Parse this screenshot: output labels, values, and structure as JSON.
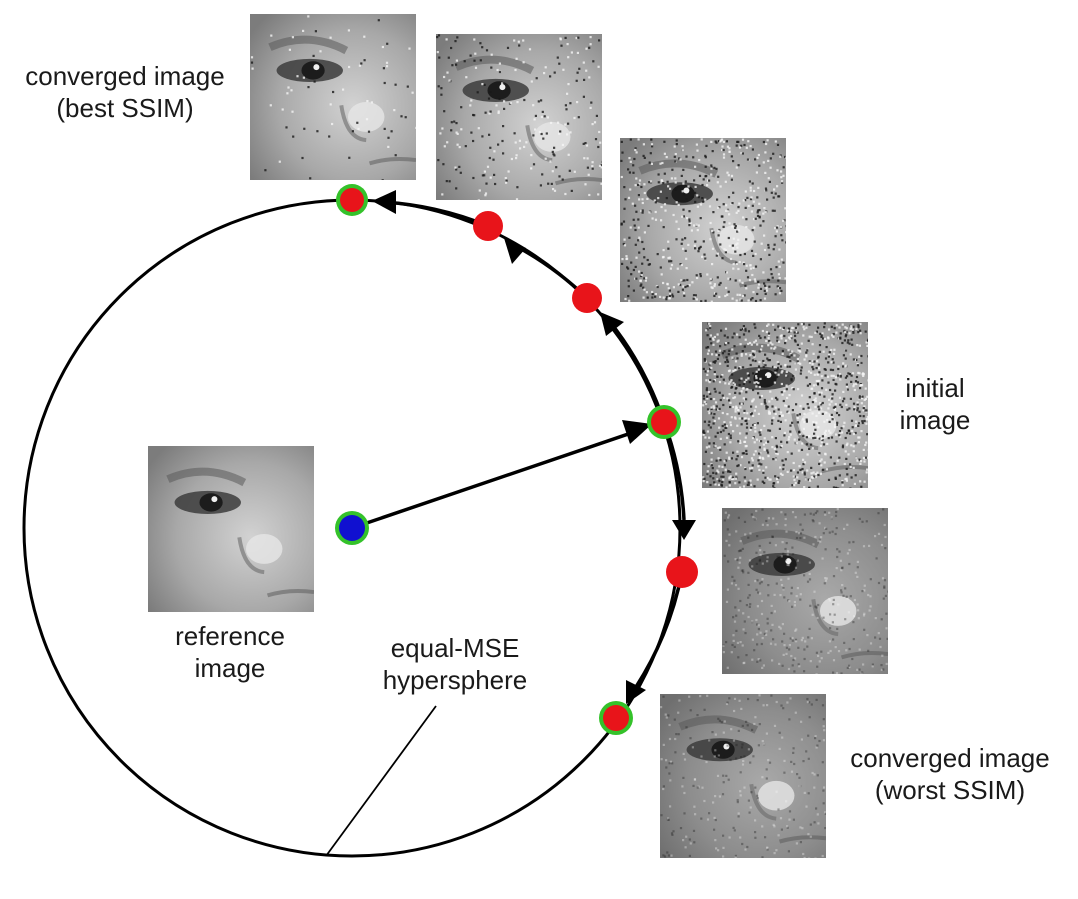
{
  "diagram": {
    "labels": {
      "converged_best_line1": "converged image",
      "converged_best_line2": "(best SSIM)",
      "initial_line1": "initial",
      "initial_line2": "image",
      "reference_line1": "reference",
      "reference_line2": "image",
      "hypersphere_line1": "equal-MSE",
      "hypersphere_line2": "hypersphere",
      "converged_worst_line1": "converged image",
      "converged_worst_line2": "(worst SSIM)"
    },
    "colors": {
      "circle_stroke": "#000000",
      "point_red": "#e8141a",
      "point_blue": "#1010d0",
      "point_halo": "#34c22a",
      "arrow": "#000000"
    },
    "images": [
      {
        "name": "converged-best-image",
        "noise": 0.05
      },
      {
        "name": "step-image-1",
        "noise": 0.18
      },
      {
        "name": "step-image-2",
        "noise": 0.45
      },
      {
        "name": "initial-image",
        "noise": 0.85
      },
      {
        "name": "step-image-3",
        "noise": 0.3
      },
      {
        "name": "converged-worst-image",
        "noise": 0.2
      },
      {
        "name": "reference-image",
        "noise": 0.0
      }
    ]
  }
}
